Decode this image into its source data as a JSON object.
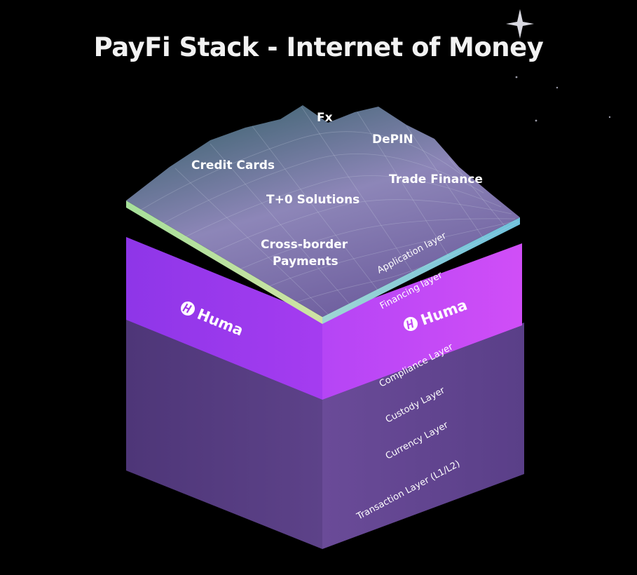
{
  "title": "PayFi Stack - Internet of Money",
  "application_items": [
    "Fx",
    "DePIN",
    "Credit Cards",
    "Trade Finance",
    "T+0 Solutions",
    "Cross-border",
    "Payments"
  ],
  "layers": {
    "application": "Application layer",
    "financing": "Financing layer",
    "compliance": "Compliance Layer",
    "custody": "Custody Layer",
    "currency": "Currency Layer",
    "transaction": "Transaction Layer (L1/L2)"
  },
  "brand": "Huma",
  "colors": {
    "background": "#000000",
    "financing": "#b030f0",
    "lower_layers": "#5a3f86",
    "terrain_top": "#3d6a6b",
    "terrain_mid": "#8a84b4"
  }
}
